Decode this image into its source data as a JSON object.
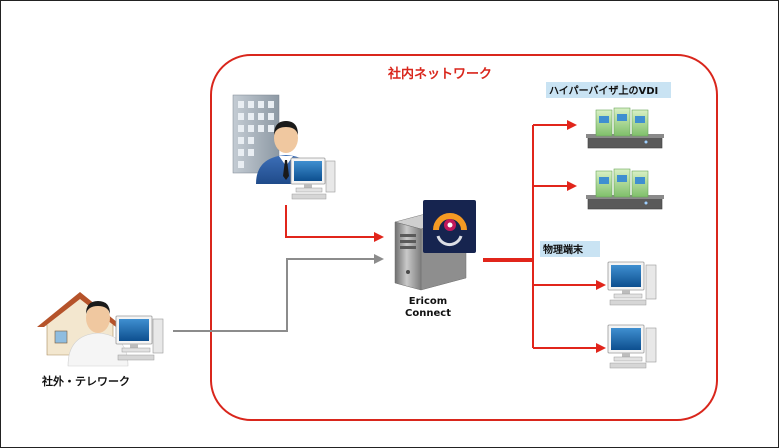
{
  "network": {
    "title": "社内ネットワーク",
    "border_color": "#d9261c"
  },
  "hub": {
    "name_line1": "Ericom",
    "name_line2": "Connect"
  },
  "groups": {
    "vdi_label": "ハイパーバイザ上のVDI",
    "physical_label": "物理端末",
    "label_bg": "#c9e3f3"
  },
  "remote": {
    "label": "社外・テレワーク"
  },
  "colors": {
    "internal_arrow": "#e1251b",
    "remote_arrow": "#8c8c8c",
    "title_text": "#d9261c"
  },
  "icons": {
    "office_worker": "office-building-with-user-at-computer-icon",
    "home_worker": "house-with-user-at-computer-icon",
    "server": "server-tower-icon",
    "logo": "ericom-logo-icon",
    "vdi": "virtual-desktop-server-icon",
    "pc": "desktop-computer-icon"
  }
}
